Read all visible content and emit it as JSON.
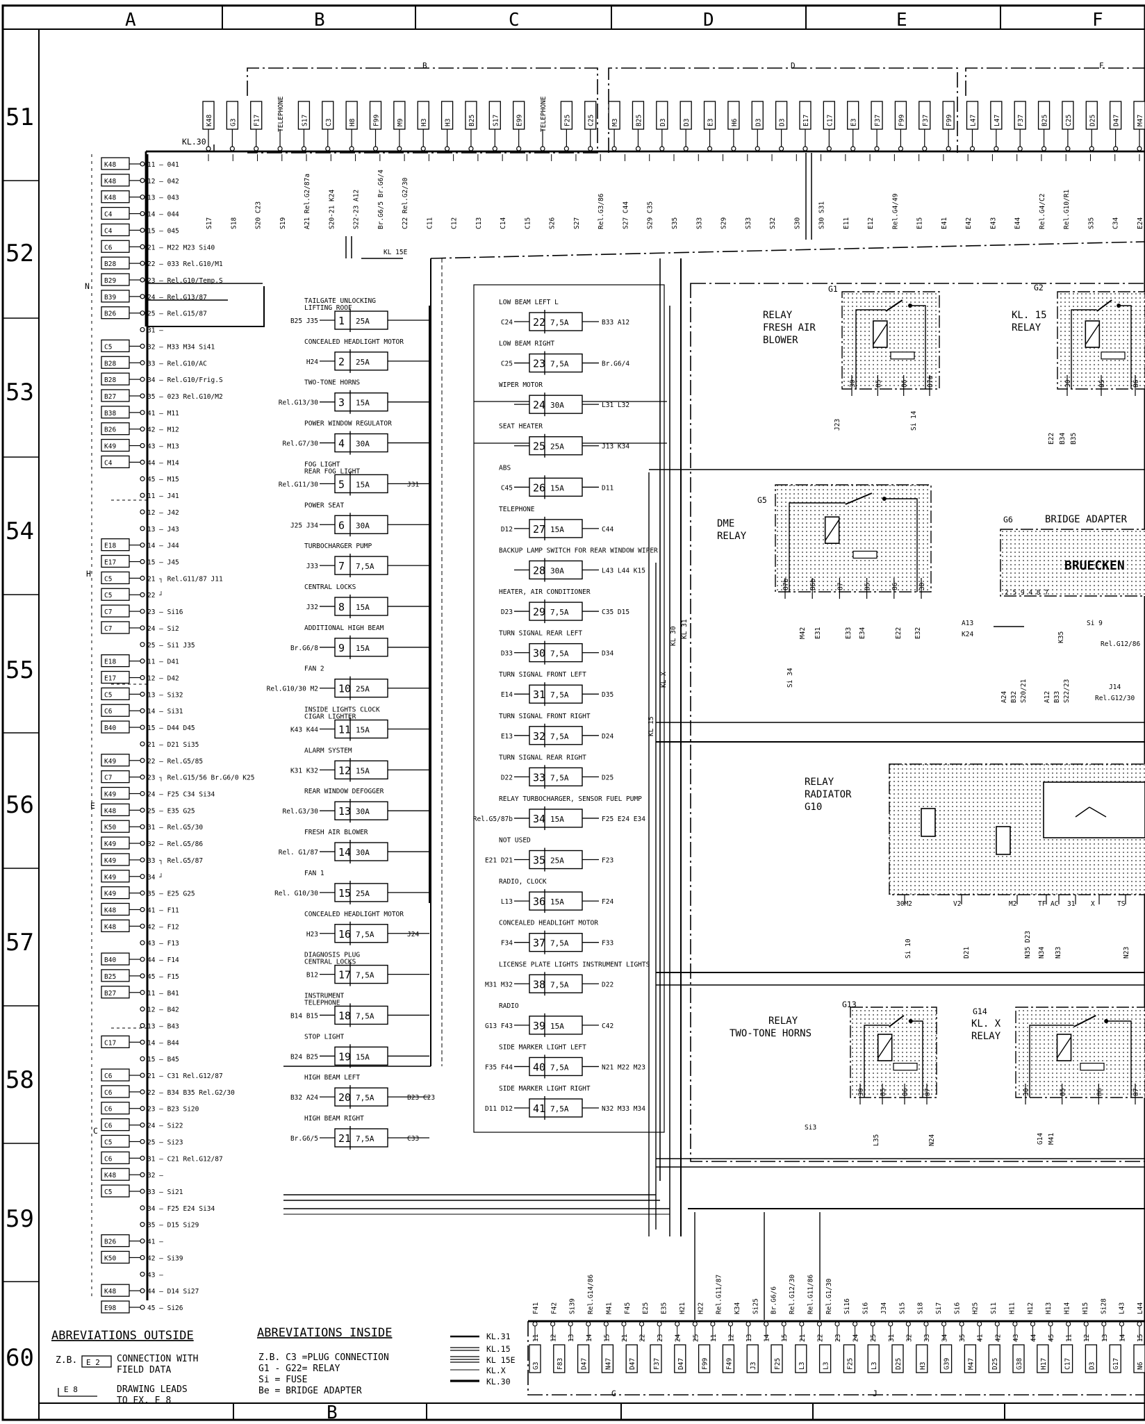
{
  "frame": {
    "columns": [
      "A",
      "B",
      "C",
      "D",
      "E",
      "F"
    ],
    "rows": [
      "51",
      "52",
      "53",
      "54",
      "55",
      "56",
      "57",
      "58",
      "59",
      "60"
    ],
    "bottom_columns": [
      "B"
    ]
  },
  "groups": {
    "top_left": "B",
    "top_mid": "D",
    "top_right": "F",
    "bottom_g": "G",
    "bottom_j": "J",
    "n": "N",
    "h": "H",
    "e": "E",
    "c": "C"
  },
  "kl30": "KL.30",
  "kl15e": "KL 15E",
  "top_plugs": [
    "K48",
    "G3",
    "F17",
    "TELEPHONE",
    "S17",
    "C3",
    "H8",
    "F99",
    "M9",
    "H3",
    "H3",
    "B25",
    "S17",
    "E99",
    "TELEPHONE",
    "F25",
    "C25",
    "M3",
    "B25",
    "D3",
    "D3",
    "E3",
    "H6",
    "D3",
    "D3",
    "E17",
    "C17",
    "E3",
    "F37",
    "F99",
    "F37",
    "F99",
    "L47",
    "L47",
    "F37",
    "B25",
    "C25",
    "D25",
    "D47",
    "M47"
  ],
  "top_wire_labels": [
    "S17",
    "S18",
    "S20 C23",
    "S19",
    "A21 Rel.G2/87a",
    "S20-21 K24",
    "S22-23 A12",
    "Br.G6/5 Br.G6/4",
    "C22 Rel.G2/30",
    "C11",
    "C12",
    "C13",
    "C14",
    "C15",
    "S26",
    "S27",
    "Rel.G3/86",
    "S27 C44",
    "S29 C35",
    "S35",
    "S33",
    "S29",
    "S33",
    "S32",
    "S30",
    "S30 S31",
    "E11",
    "E12",
    "Rel.G4/49",
    "E15",
    "E41",
    "E42",
    "E43",
    "E44",
    "Rel.G4/C2",
    "Rel.G10/R1",
    "S35",
    "C34",
    "E24"
  ],
  "left_connectors": [
    {
      "plug": "K48",
      "label": "11 — 041"
    },
    {
      "plug": "K48",
      "label": "12 — 042"
    },
    {
      "plug": "K48",
      "label": "13 — 043"
    },
    {
      "plug": "C4",
      "label": "14 — 044"
    },
    {
      "plug": "C4",
      "label": "15 — 045"
    },
    {
      "plug": "C6",
      "label": "21 — M22  M23  Si40"
    },
    {
      "plug": "B28",
      "label": "22 — 033   Rel.G10/M1"
    },
    {
      "plug": "B29",
      "label": "23 — Rel.G10/Temp.S"
    },
    {
      "plug": "B39",
      "label": "24 — Rel.G13/87"
    },
    {
      "plug": "B26",
      "label": "25 — Rel.G15/87"
    },
    {
      "plug": "",
      "label": "31 —"
    },
    {
      "plug": "C5",
      "label": "32 — M33  M34  Si41"
    },
    {
      "plug": "B28",
      "label": "33 — Rel.G10/AC"
    },
    {
      "plug": "B28",
      "label": "34 — Rel.G10/Frig.S"
    },
    {
      "plug": "B27",
      "label": "35 — 023  Rel.G10/M2"
    },
    {
      "plug": "B38",
      "label": "41 — M11"
    },
    {
      "plug": "B26",
      "label": "42 — M12"
    },
    {
      "plug": "K49",
      "label": "43 — M13"
    },
    {
      "plug": "C4",
      "label": "44 — M14"
    },
    {
      "plug": "",
      "label": "45 — M15"
    },
    {
      "plug": "",
      "label": "11 — J41"
    },
    {
      "plug": "",
      "label": "12 — J42"
    },
    {
      "plug": "",
      "label": "13 — J43"
    },
    {
      "plug": "E18",
      "label": "14 — J44"
    },
    {
      "plug": "E17",
      "label": "15 — J45"
    },
    {
      "plug": "C5",
      "label": "21 ┐ Rel.G11/87   J11"
    },
    {
      "plug": "C5",
      "label": "22 ┘"
    },
    {
      "plug": "C7",
      "label": "23 — Si16"
    },
    {
      "plug": "C7",
      "label": "24 — Si2"
    },
    {
      "plug": "",
      "label": "25 — Si1   J35"
    },
    {
      "plug": "E18",
      "label": "11 — D41"
    },
    {
      "plug": "E17",
      "label": "12 — D42"
    },
    {
      "plug": "C5",
      "label": "13 — Si32"
    },
    {
      "plug": "C6",
      "label": "14 — Si31"
    },
    {
      "plug": "B40",
      "label": "15 — D44  D45"
    },
    {
      "plug": "",
      "label": "21 — D21  Si35"
    },
    {
      "plug": "K49",
      "label": "22 — Rel.G5/85"
    },
    {
      "plug": "C7",
      "label": "23 ┐ Rel.G15/56  Br.G6/0  K25"
    },
    {
      "plug": "K49",
      "label": "24 — F25  C34  Si34"
    },
    {
      "plug": "K48",
      "label": "25 — E35  G25"
    },
    {
      "plug": "K50",
      "label": "31 — Rel.G5/30"
    },
    {
      "plug": "K49",
      "label": "32 — Rel.G5/86"
    },
    {
      "plug": "K49",
      "label": "33 ┐ Rel.G5/87"
    },
    {
      "plug": "K49",
      "label": "34 ┘"
    },
    {
      "plug": "K49",
      "label": "35 — E25  G25"
    },
    {
      "plug": "K48",
      "label": "41 — F11"
    },
    {
      "plug": "K48",
      "label": "42 — F12"
    },
    {
      "plug": "",
      "label": "43 — F13"
    },
    {
      "plug": "B40",
      "label": "44 — F14"
    },
    {
      "plug": "B25",
      "label": "45 — F15"
    },
    {
      "plug": "B27",
      "label": "11 — B41"
    },
    {
      "plug": "",
      "label": "12 — B42"
    },
    {
      "plug": "",
      "label": "13 — B43"
    },
    {
      "plug": "C17",
      "label": "14 — B44"
    },
    {
      "plug": "",
      "label": "15 — B45"
    },
    {
      "plug": "C6",
      "label": "21 — C31  Rel.G12/87"
    },
    {
      "plug": "C6",
      "label": "22 — B34  B35  Rel.G2/30"
    },
    {
      "plug": "C6",
      "label": "23 — B23  Si20"
    },
    {
      "plug": "C6",
      "label": "24 — Si22"
    },
    {
      "plug": "C5",
      "label": "25 — Si23"
    },
    {
      "plug": "C6",
      "label": "31 — C21  Rel.G12/87"
    },
    {
      "plug": "K48",
      "label": "32 —"
    },
    {
      "plug": "C5",
      "label": "33 — Si21"
    },
    {
      "plug": "",
      "label": "34 — F25  E24  Si34"
    },
    {
      "plug": "",
      "label": "35 — D15  Si29"
    },
    {
      "plug": "B26",
      "label": "41 —"
    },
    {
      "plug": "K50",
      "label": "42 — Si39"
    },
    {
      "plug": "",
      "label": "43 —"
    },
    {
      "plug": "K48",
      "label": "44 — D14  Si27"
    },
    {
      "plug": "E98",
      "label": "45 — Si26"
    }
  ],
  "fuses_left": [
    {
      "name": "TAILGATE UNLOCKING",
      "name2": "LIFTING ROOF",
      "in": "B25  J35",
      "num": "1",
      "amp": "25A",
      "out": ""
    },
    {
      "name": "CONCEALED HEADLIGHT MOTOR",
      "name2": "",
      "in": "H24",
      "num": "2",
      "amp": "25A",
      "out": ""
    },
    {
      "name": "TWO-TONE HORNS",
      "name2": "",
      "in": "Rel.G13/30",
      "num": "3",
      "amp": "15A",
      "out": ""
    },
    {
      "name": "POWER WINDOW REGULATOR",
      "name2": "",
      "in": "Rel.G7/30",
      "num": "4",
      "amp": "30A",
      "out": ""
    },
    {
      "name": "FOG LIGHT",
      "name2": "REAR FOG LIGHT",
      "in": "Rel.G11/30",
      "num": "5",
      "amp": "15A",
      "out": "J31"
    },
    {
      "name": "POWER SEAT",
      "name2": "",
      "in": "J25  J34",
      "num": "6",
      "amp": "30A",
      "out": ""
    },
    {
      "name": "TURBOCHARGER PUMP",
      "name2": "",
      "in": "J33",
      "num": "7",
      "amp": "7,5A",
      "out": ""
    },
    {
      "name": "CENTRAL LOCKS",
      "name2": "",
      "in": "J32",
      "num": "8",
      "amp": "15A",
      "out": ""
    },
    {
      "name": "ADDITIONAL HIGH BEAM",
      "name2": "",
      "in": "Br.G6/8",
      "num": "9",
      "amp": "15A",
      "out": ""
    },
    {
      "name": "FAN 2",
      "name2": "",
      "in": "Rel.G10/30    M2",
      "num": "10",
      "amp": "25A",
      "out": ""
    },
    {
      "name": "INSIDE LIGHTS      CLOCK",
      "name2": "CIGAR LIGHTER",
      "in": "K43 K44",
      "num": "11",
      "amp": "15A",
      "out": ""
    },
    {
      "name": "ALARM SYSTEM",
      "name2": "",
      "in": "K31 K32",
      "num": "12",
      "amp": "15A",
      "out": ""
    },
    {
      "name": "REAR WINDOW DEFOGGER",
      "name2": "",
      "in": "Rel.G3/30",
      "num": "13",
      "amp": "30A",
      "out": ""
    },
    {
      "name": "FRESH AIR BLOWER",
      "name2": "",
      "in": "Rel. G1/87",
      "num": "14",
      "amp": "30A",
      "out": ""
    },
    {
      "name": "FAN 1",
      "name2": "",
      "in": "Rel. G10/30",
      "num": "15",
      "amp": "25A",
      "out": ""
    },
    {
      "name": "CONCEALED HEADLIGHT MOTOR",
      "name2": "",
      "in": "H23",
      "num": "16",
      "amp": "7,5A",
      "out": "J24"
    },
    {
      "name": "DIAGNOSIS PLUG",
      "name2": "CENTRAL LOCKS",
      "in": "B12",
      "num": "17",
      "amp": "7,5A",
      "out": ""
    },
    {
      "name": "INSTRUMENT",
      "name2": "TELEPHONE",
      "in": "B14  B15",
      "num": "18",
      "amp": "7,5A",
      "out": ""
    },
    {
      "name": "STOP LIGHT",
      "name2": "",
      "in": "B24  B25",
      "num": "19",
      "amp": "15A",
      "out": ""
    },
    {
      "name": "HIGH BEAM LEFT",
      "name2": "",
      "in": "B32 A24",
      "num": "20",
      "amp": "7,5A",
      "out": "B23    C23"
    },
    {
      "name": "HIGH BEAM RIGHT",
      "name2": "",
      "in": "Br.G6/5",
      "num": "21",
      "amp": "7,5A",
      "out": "C33"
    }
  ],
  "fuses_right": [
    {
      "name": "LOW BEAM LEFT L",
      "in": "C24",
      "num": "22",
      "amp": "7,5A",
      "out": "B33   A12"
    },
    {
      "name": "LOW BEAM RIGHT",
      "in": "C25",
      "num": "23",
      "amp": "7,5A",
      "out": "Br.G6/4"
    },
    {
      "name": "WIPER MOTOR",
      "in": "",
      "num": "24",
      "amp": "30A",
      "out": "L31   L32"
    },
    {
      "name": "SEAT HEATER",
      "in": "",
      "num": "25",
      "amp": "25A",
      "out": "J13   K34"
    },
    {
      "name": "ABS",
      "in": "C45",
      "num": "26",
      "amp": "15A",
      "out": "D11"
    },
    {
      "name": "TELEPHONE",
      "in": "D12",
      "num": "27",
      "amp": "15A",
      "out": "C44"
    },
    {
      "name": "BACKUP LAMP SWITCH FOR REAR WINDOW WIPER",
      "in": "",
      "num": "28",
      "amp": "30A",
      "out": "L43  L44  K15"
    },
    {
      "name": "HEATER, AIR CONDITIONER",
      "in": "D23",
      "num": "29",
      "amp": "7,5A",
      "out": "C35  D15"
    },
    {
      "name": "TURN SIGNAL REAR LEFT",
      "in": "D33",
      "num": "30",
      "amp": "7,5A",
      "out": "D34"
    },
    {
      "name": "TURN SIGNAL FRONT LEFT",
      "in": "E14",
      "num": "31",
      "amp": "7,5A",
      "out": "D35"
    },
    {
      "name": "TURN SIGNAL FRONT RIGHT",
      "in": "E13",
      "num": "32",
      "amp": "7,5A",
      "out": "D24"
    },
    {
      "name": "TURN SIGNAL REAR RIGHT",
      "in": "D22",
      "num": "33",
      "amp": "7,5A",
      "out": "D25"
    },
    {
      "name": "RELAY TURBOCHARGER, SENSOR FUEL PUMP",
      "in": "Rel.G5/87b",
      "num": "34",
      "amp": "15A",
      "out": "F25  E24  E34"
    },
    {
      "name": "NOT USED",
      "in": "E21  D21",
      "num": "35",
      "amp": "25A",
      "out": "F23"
    },
    {
      "name": "RADIO, CLOCK",
      "in": "L13",
      "num": "36",
      "amp": "15A",
      "out": "F24"
    },
    {
      "name": "CONCEALED HEADLIGHT MOTOR",
      "in": "F34",
      "num": "37",
      "amp": "7,5A",
      "out": "F33"
    },
    {
      "name": "LICENSE PLATE LIGHTS INSTRUMENT LIGHTS",
      "in": "M31  M32",
      "num": "38",
      "amp": "7,5A",
      "out": "D22"
    },
    {
      "name": "RADIO",
      "in": "G13  F43",
      "num": "39",
      "amp": "15A",
      "out": "C42"
    },
    {
      "name": "SIDE MARKER LIGHT LEFT",
      "in": "F35  F44",
      "num": "40",
      "amp": "7,5A",
      "out": "N21  M22  M23"
    },
    {
      "name": "SIDE MARKER LIGHT RIGHT",
      "in": "D11  D12",
      "num": "41",
      "amp": "7,5A",
      "out": "N32  M33  M34"
    }
  ],
  "relays": {
    "g1": {
      "id": "G1",
      "title1": "RELAY",
      "title2": "FRESH AIR",
      "title3": "BLOWER",
      "pins": [
        "30",
        "85",
        "86",
        "87a"
      ],
      "wires": [
        "J23",
        "Si 14"
      ]
    },
    "g2": {
      "id": "G2",
      "title1": "KL. 15",
      "title2": "RELAY",
      "pins": [
        "30",
        "85",
        "86"
      ],
      "wires": [
        "E22",
        "B34",
        "B35"
      ]
    },
    "g5": {
      "id": "G5",
      "title1": "DME",
      "title2": "RELAY",
      "pins": [
        "87b",
        "86b",
        "87",
        "85",
        "86",
        "30"
      ],
      "wires": [
        "M42",
        "E33",
        "E34",
        "E22",
        "E32",
        "E31",
        "Si 34"
      ]
    },
    "g6": {
      "id": "G6",
      "title": "BRIDGE ADAPTER",
      "inner": "BRUECKEN",
      "pins": "2  5  9  4   8   7",
      "wires": [
        "A13",
        "K24",
        "K35",
        "Si 9",
        "Rel.G12/86",
        "A24",
        "B32",
        "S20/21",
        "A12",
        "B33",
        "S22/23",
        "J14",
        "Rel.G12/30"
      ]
    },
    "g10": {
      "title1": "RELAY",
      "title2": "RADIATOR",
      "title3": "G10",
      "pins": [
        "30M2",
        "V2",
        "M2",
        "TF",
        "AC",
        "31",
        "X",
        "TS"
      ],
      "wires": [
        "Si 10",
        "D21",
        "N35 D23",
        "N34",
        "N33",
        "N23"
      ]
    },
    "g13": {
      "id": "G13",
      "title1": "RELAY",
      "title2": "TWO-TONE HORNS",
      "pins": [
        "30",
        "85",
        "86",
        "87"
      ],
      "wires": [
        "Si3",
        "L35",
        "N24"
      ]
    },
    "g14": {
      "id": "G14",
      "title1": "KL. X",
      "title2": "RELAY",
      "pins": [
        "30",
        "85",
        "86",
        "87"
      ],
      "wires": [
        "G14",
        "M41"
      ]
    }
  },
  "kl_vertical": [
    "KL 31",
    "KL 30",
    "KL X",
    "KL 15"
  ],
  "bottom_wires": [
    "F41",
    "F42",
    "Si39",
    "Rel.G14/86",
    "M41",
    "F45",
    "E25",
    "E35",
    "H21",
    "H22",
    "Rel.G11/87",
    "K34",
    "Si25",
    "Br.G6/6",
    "Rel.G12/30",
    "Rel.G11/86",
    "Rel.G1/30",
    "Si16",
    "Si6",
    "J34",
    "Si5",
    "Si8",
    "Si7",
    "Si6",
    "H25",
    "Si1",
    "H11",
    "H12",
    "H13",
    "H14",
    "H15",
    "Si28",
    "L43",
    "L44"
  ],
  "bottom_pins": [
    "11",
    "12",
    "13",
    "14",
    "15",
    "21",
    "22",
    "23",
    "24",
    "25",
    "11",
    "12",
    "13",
    "14",
    "15",
    "21",
    "22",
    "23",
    "24",
    "25",
    "31",
    "32",
    "33",
    "34",
    "35",
    "41",
    "42",
    "43",
    "44",
    "45",
    "11",
    "12",
    "13",
    "14",
    "15"
  ],
  "bottom_plugs": [
    "G3",
    "F83",
    "D47",
    "N47",
    "D47",
    "F37",
    "D47",
    "F99",
    "F49",
    "J3",
    "F25",
    "L3",
    "L3",
    "F25",
    "L3",
    "D25",
    "H3",
    "G39",
    "M47",
    "D25",
    "G38",
    "H17",
    "C17",
    "D3",
    "G17",
    "N6"
  ],
  "legend": {
    "outside_title": "ABREVIATIONS OUTSIDE",
    "outside_zb": "Z.B.",
    "outside_box": "E 2",
    "outside_text1": "CONNECTION WITH",
    "outside_text2": "FIELD DATA",
    "outside_e8": "E 8",
    "outside_text3": "DRAWING LEADS",
    "outside_text4": "TO EX. E 8",
    "inside_title": "ABREVIATIONS INSIDE",
    "inside_1": "Z.B. C3    =PLUG CONNECTION",
    "inside_2": "G1 - G22= RELAY",
    "inside_3": "Si          = FUSE",
    "inside_4": "Be        = BRIDGE ADAPTER",
    "lines": [
      "KL.31",
      "KL.15",
      "KL 15E",
      "KL.X",
      "KL.30"
    ]
  }
}
